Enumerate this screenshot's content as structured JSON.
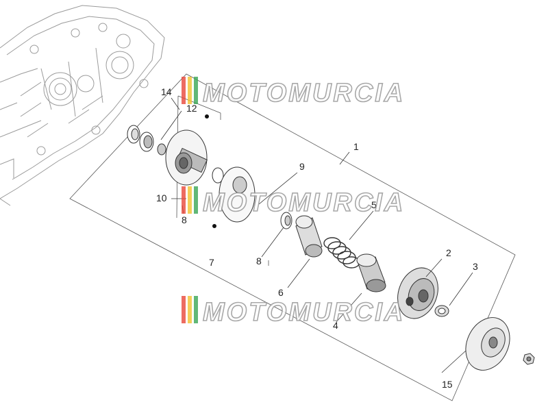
{
  "callouts": {
    "c1": "1",
    "c2": "2",
    "c3": "3",
    "c4": "4",
    "c5": "5",
    "c6": "6",
    "c7": "7",
    "c8a": "8",
    "c8b": "8",
    "c9": "9",
    "c10": "10",
    "c12": "12",
    "c14": "14",
    "c15": "15"
  },
  "watermark": {
    "text": "MOTOMURCIA",
    "stripe_colors": [
      "#e8473a",
      "#f2c230",
      "#3aa655"
    ]
  }
}
